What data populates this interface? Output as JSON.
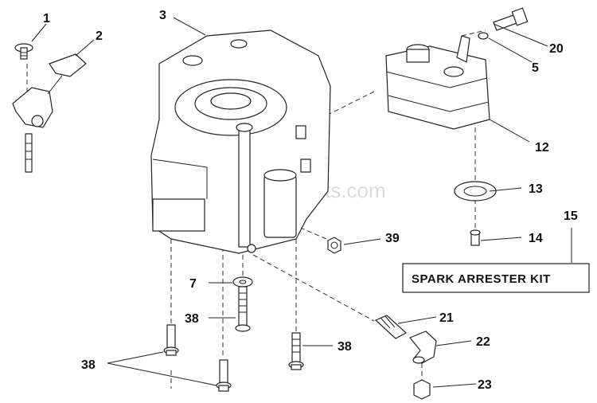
{
  "watermark": "eReplacementParts.com",
  "kit_label": "SPARK ARRESTER KIT",
  "callouts": {
    "c1": "1",
    "c2": "2",
    "c3": "3",
    "c5": "5",
    "c7": "7",
    "c12": "12",
    "c13": "13",
    "c14": "14",
    "c15": "15",
    "c20": "20",
    "c21": "21",
    "c22": "22",
    "c23": "23",
    "c38a": "38",
    "c38b": "38",
    "c38c": "38",
    "c39": "39"
  }
}
